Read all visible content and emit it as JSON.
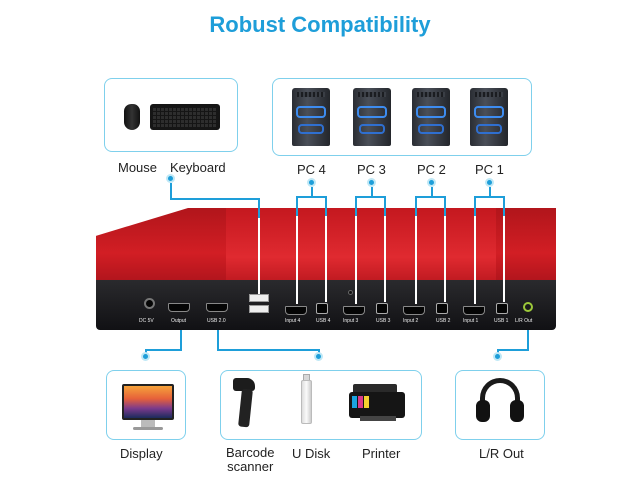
{
  "title": "Robust Compatibility",
  "inputs": {
    "mouse": "Mouse",
    "keyboard": "Keyboard",
    "pcs": [
      "PC 4",
      "PC 3",
      "PC 2",
      "PC 1"
    ]
  },
  "device": {
    "ports": {
      "dc": "DC 5V",
      "output": "Output",
      "usb20": "USB 2.0",
      "input4": "Input 4",
      "usb4": "USB 4",
      "input3": "Input 3",
      "usb3": "USB 3",
      "input2": "Input 2",
      "usb2": "USB 2",
      "input1": "Input 1",
      "usb1": "USB 1",
      "lrout": "L/R Out"
    }
  },
  "outputs": {
    "display": "Display",
    "barcode": "Barcode\nscanner",
    "udisk": "U Disk",
    "printer": "Printer",
    "lrout": "L/R Out"
  },
  "colors": {
    "accent": "#1e9ed9",
    "box_border": "#7fd0ec",
    "device_red": "#d21e24"
  }
}
